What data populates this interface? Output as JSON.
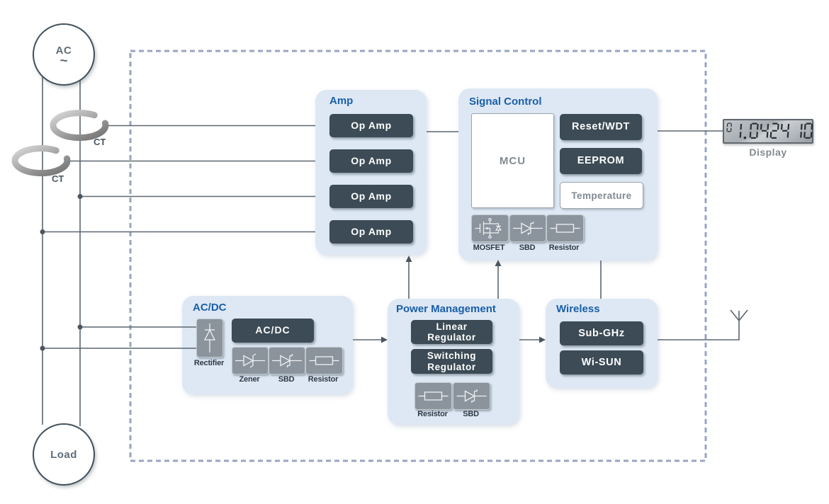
{
  "source_circle": {
    "label": "AC",
    "waveform_symbol": "~"
  },
  "load_circle": {
    "label": "Load"
  },
  "current_transformers": [
    {
      "label": "CT"
    },
    {
      "label": "CT"
    }
  ],
  "blocks": {
    "amp": {
      "title": "Amp",
      "op_amps": [
        "Op Amp",
        "Op Amp",
        "Op Amp",
        "Op Amp"
      ]
    },
    "signal_control": {
      "title": "Signal Control",
      "mcu_label": "MCU",
      "reset_wdt": "Reset/WDT",
      "eeprom": "EEPROM",
      "temperature": "Temperature",
      "components": [
        {
          "icon": "mosfet-icon",
          "label": "MOSFET"
        },
        {
          "icon": "sbd-icon",
          "label": "SBD"
        },
        {
          "icon": "resistor-icon",
          "label": "Resistor"
        }
      ]
    },
    "ac_dc": {
      "title": "AC/DC",
      "main_button": "AC/DC",
      "rectifier": {
        "icon": "diode-icon",
        "label": "Rectifier"
      },
      "components": [
        {
          "icon": "zener-icon",
          "label": "Zener"
        },
        {
          "icon": "sbd-icon",
          "label": "SBD"
        },
        {
          "icon": "resistor-icon",
          "label": "Resistor"
        }
      ]
    },
    "power_management": {
      "title": "Power Management",
      "buttons": [
        "Linear Regulator",
        "Switching Regulator"
      ],
      "components": [
        {
          "icon": "resistor-icon",
          "label": "Resistor"
        },
        {
          "icon": "sbd-icon",
          "label": "SBD"
        }
      ]
    },
    "wireless": {
      "title": "Wireless",
      "buttons": [
        "Sub-GHz",
        "Wi-SUN"
      ]
    }
  },
  "display": {
    "value": "01. 0424 10",
    "label": "Display"
  },
  "colors": {
    "group_box": "#dde8f4",
    "title_blue": "#1a5fa8",
    "chip_dark": "#3c4b55",
    "tile_gray": "#8b949c",
    "wire": "#5c6670",
    "dashed_border": "#99a4c0"
  }
}
